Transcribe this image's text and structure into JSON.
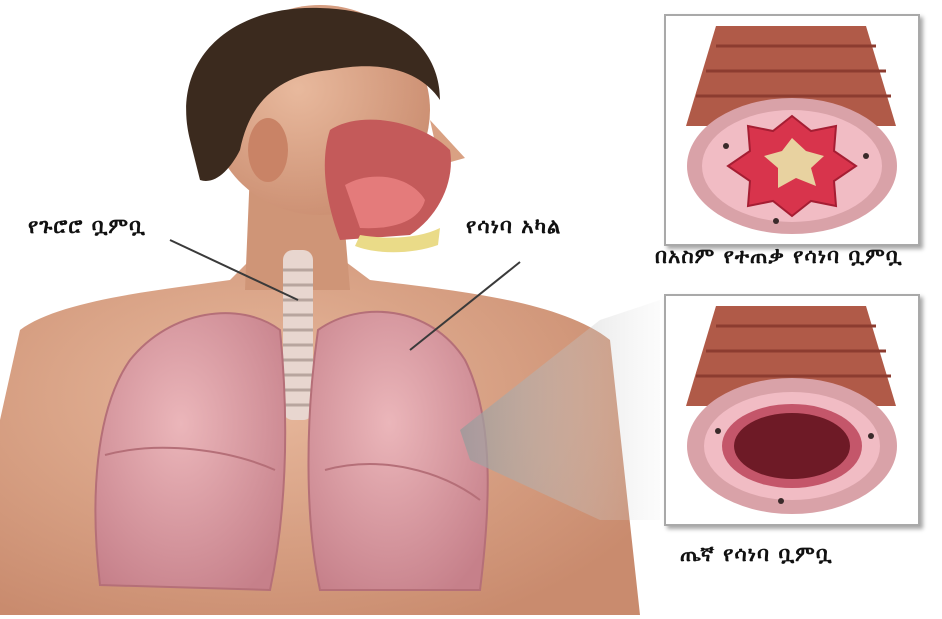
{
  "labels": {
    "throat_airway": "የጉሮሮ  ቧምቧ",
    "lung_part": "የሳነባ  አካል",
    "asthma_airway": "በአስም የተጠቃ የሳነባ  ቧምቧ",
    "normal_airway": "ጤኛ የሳነባ  ቧምቧ"
  },
  "colors": {
    "skin": "#d9a183",
    "lung": "#d99aa0",
    "airway_wall": "#e07e82",
    "muscle": "#a84a3c",
    "inflamed": "#d8344c",
    "mucus": "#e8d2a0",
    "leader_line": "#3a3a3a",
    "panel_border": "#a9a9a9"
  }
}
